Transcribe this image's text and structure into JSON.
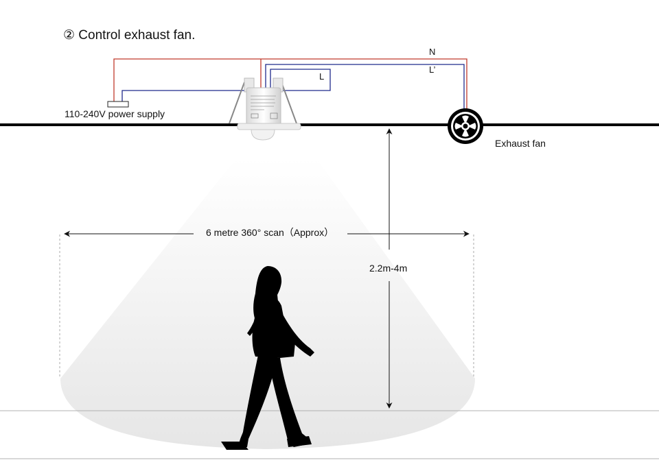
{
  "title": "② Control exhaust fan.",
  "labels": {
    "neutral": "N",
    "load_out": "L’",
    "live": "L",
    "power_supply": "110-240V power supply",
    "exhaust_fan": "Exhaust fan",
    "scan_range": "6 metre 360° scan（Approx）",
    "mount_height": "2.2m-4m"
  },
  "colors": {
    "neutral_wire": "#c0392b",
    "live_wire": "#1f2a8c",
    "ceiling": "#000000",
    "floor": "#b0b0b0"
  },
  "icons": [
    "motion-sensor-icon",
    "exhaust-fan-icon",
    "walking-person-icon",
    "terminal-block-icon"
  ]
}
